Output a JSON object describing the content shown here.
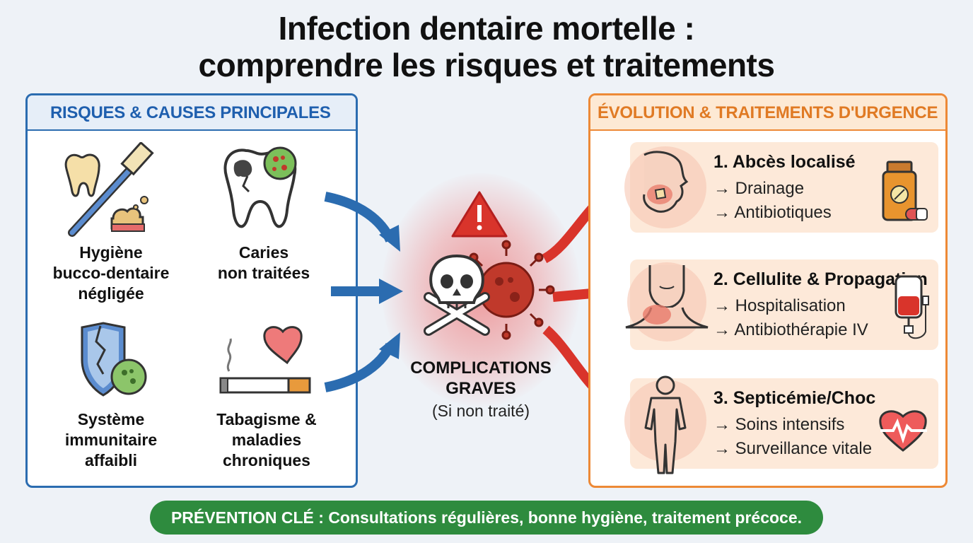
{
  "title": {
    "line1": "Infection dentaire mortelle :",
    "line2": "comprendre les risques et traitements"
  },
  "risks": {
    "header": "RISQUES & CAUSES PRINCIPALES",
    "items": [
      {
        "label": "Hygiène\nbucco-dentaire\nnégligée",
        "icon": "tooth-toothbrush-icon"
      },
      {
        "label": "Caries\nnon traitées",
        "icon": "decayed-tooth-icon"
      },
      {
        "label": "Système\nimmunitaire\naffaibli",
        "icon": "broken-shield-icon"
      },
      {
        "label": "Tabagisme &\nmaladies\nchroniques",
        "icon": "cigarette-heart-icon"
      }
    ]
  },
  "center": {
    "label_line1": "COMPLICATIONS",
    "label_line2": "GRAVES",
    "sub": "(Si non traité)",
    "icons": [
      "warning-icon",
      "skull-crossbones-icon",
      "virus-icon"
    ]
  },
  "treatments": {
    "header": "ÉVOLUTION & TRAITEMENTS D'URGENCE",
    "stages": [
      {
        "title": "1. Abcès localisé",
        "lines": [
          "→ Drainage",
          "→ Antibiotiques"
        ],
        "figure": "swollen-face-icon",
        "icon": "pill-bottle-icon"
      },
      {
        "title": "2. Cellulite & Propagation",
        "lines": [
          "→ Hospitalisation",
          "→ Antibiothérapie IV"
        ],
        "figure": "swollen-neck-icon",
        "icon": "iv-bag-icon"
      },
      {
        "title": "3. Septicémie/Choc",
        "lines": [
          "→ Soins intensifs",
          "→ Surveillance vitale"
        ],
        "figure": "body-icon",
        "icon": "heart-monitor-icon"
      }
    ]
  },
  "footer": {
    "text": "PRÉVENTION CLÉ : Consultations régulières, bonne hygiène, traitement précoce."
  },
  "colors": {
    "blue": "#2b6cb0",
    "orange": "#ed8936",
    "red": "#d9342b",
    "green": "#2e8b3e"
  }
}
